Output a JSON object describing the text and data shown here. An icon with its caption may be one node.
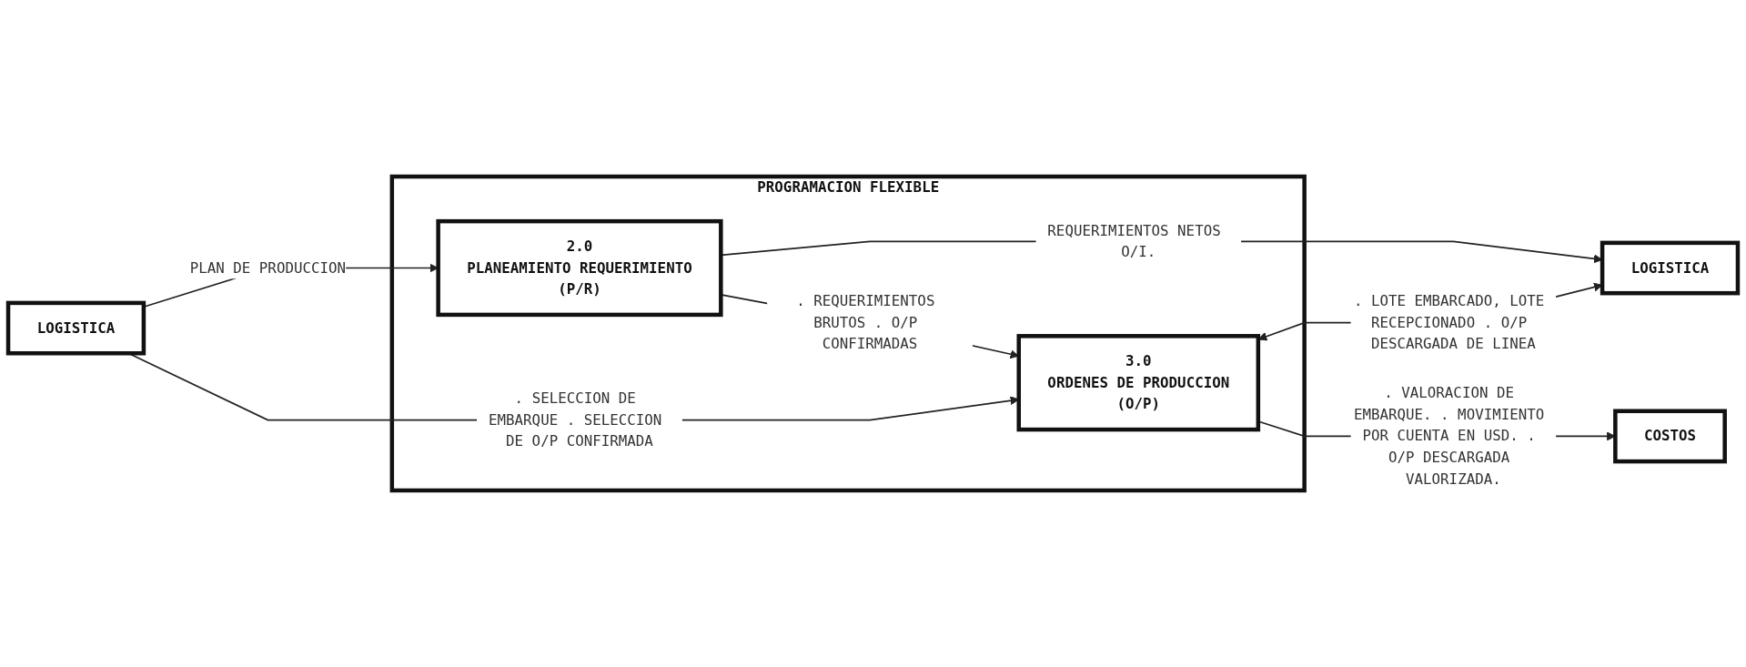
{
  "diagram": {
    "nodes": [
      {
        "text": [
          "PROGRAMACION FLEXIBLE"
        ]
      },
      {
        "text": [
          "2.0",
          "PLANEAMIENTO REQUERIMIENTO",
          "(P/R)"
        ],
        "in": 0
      },
      {
        "text": [
          "3.0",
          "ORDENES DE PRODUCCION",
          "(O/P)"
        ],
        "in": 0
      },
      {
        "text": [
          "LOGISTICA"
        ]
      },
      {
        "text": [
          "LOGISTICA"
        ]
      },
      {
        "text": [
          "COSTOS"
        ]
      }
    ],
    "edges": [
      {
        "from": 3,
        "to": 1,
        "arrow": "to",
        "label": "PLAN DE PRODUCCION"
      },
      {
        "from": 1,
        "to": 4,
        "arrow": "to",
        "label": "REQUERIMIENTOS NETOS O/I."
      },
      {
        "from": 1,
        "to": 2,
        "arrow": "to",
        "label": ". REQUERIMIENTOS BRUTOS . O/P CONFIRMADAS"
      },
      {
        "from": 3,
        "to": 2,
        "arrow": "to",
        "label": ". SELECCION DE EMBARQUE . SELECCION DE O/P CONFIRMADA"
      },
      {
        "from": 2,
        "to": 4,
        "arrow": "both",
        "label": ". LOTE EMBARCADO, LOTE RECEPCIONADO . O/P DESCARGADA DE LINEA"
      },
      {
        "from": 2,
        "to": 5,
        "arrow": "to",
        "label": ". VALORACION DE EMBARQUE. . MOVIMIENTO POR CUENTA EN USD. . O/P DESCARGADA VALORIZADA."
      }
    ]
  }
}
